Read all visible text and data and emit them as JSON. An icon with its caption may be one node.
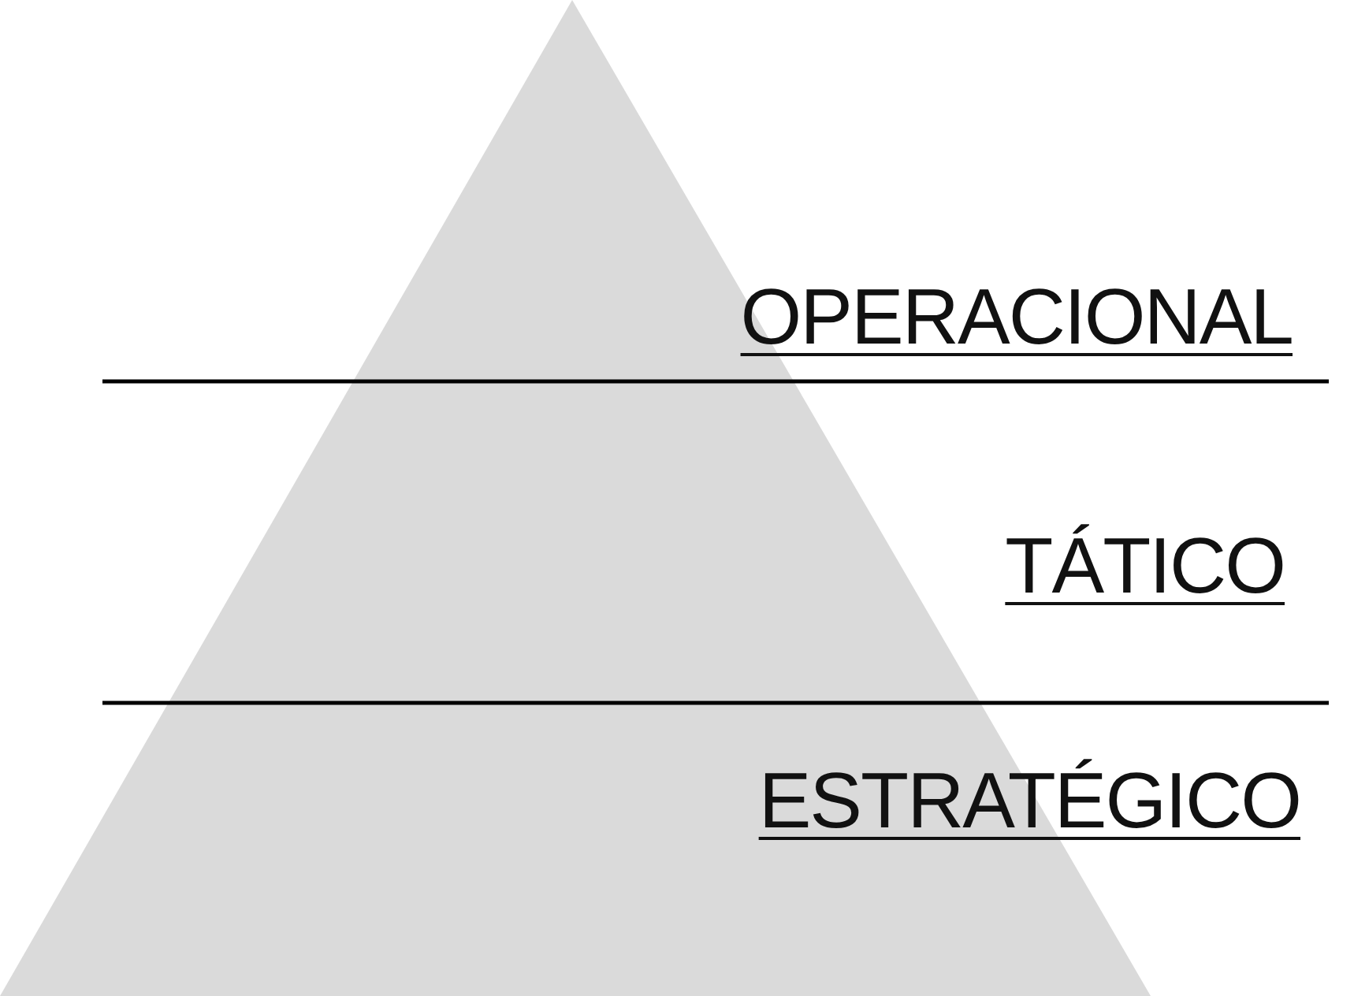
{
  "diagram": {
    "labels": [
      "OPERACIONAL",
      "TÁTICO",
      "ESTRATÉGICO"
    ]
  }
}
